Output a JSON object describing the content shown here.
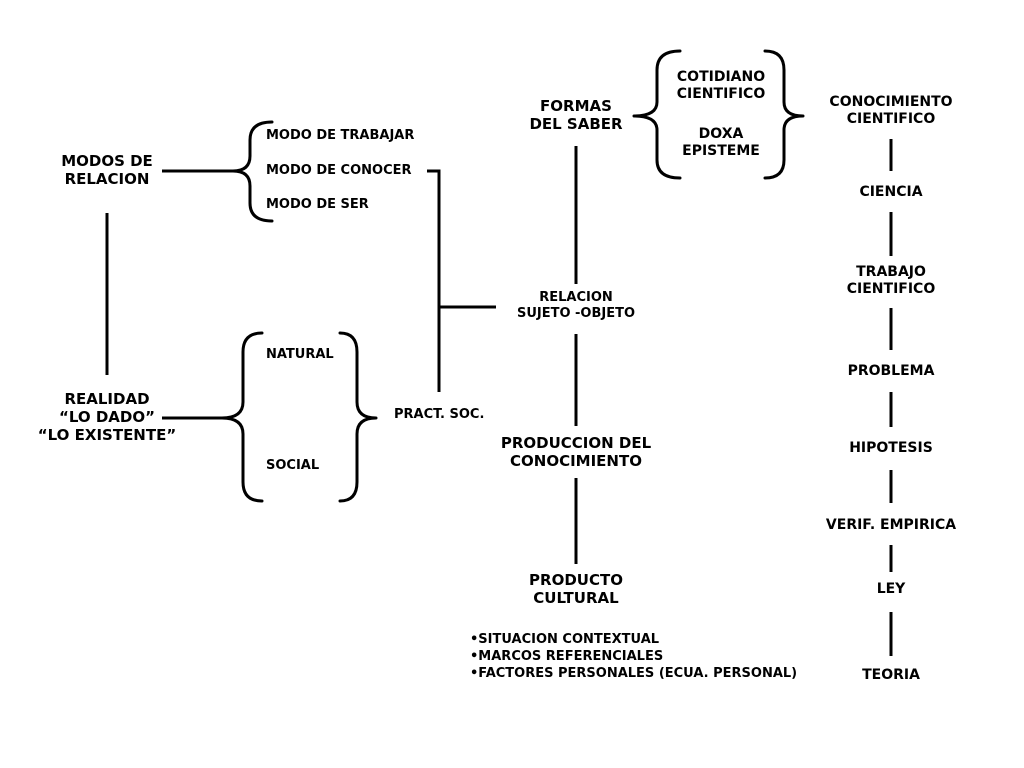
{
  "modos_relacion": {
    "title_line1": "MODOS DE",
    "title_line2": "RELACION",
    "items": [
      "MODO DE TRABAJAR",
      "MODO DE CONOCER",
      "MODO DE SER"
    ]
  },
  "realidad": {
    "line1": "REALIDAD",
    "line2": "“LO DADO”",
    "line3": "“LO EXISTENTE”",
    "items": [
      "NATURAL",
      "SOCIAL"
    ]
  },
  "pract_soc": "PRACT. SOC.",
  "formas_saber": {
    "line1": "FORMAS",
    "line2": "DEL SABER",
    "items": [
      "COTIDIANO",
      "CIENTIFICO",
      "DOXA",
      "EPISTEME"
    ]
  },
  "relacion_sujeto": {
    "line1": "RELACION",
    "line2": "SUJETO -OBJETO"
  },
  "produccion": {
    "line1": "PRODUCCION DEL",
    "line2": "CONOCIMIENTO"
  },
  "producto": {
    "line1": "PRODUCTO",
    "line2": "CULTURAL"
  },
  "factors": [
    "•SITUACION CONTEXTUAL",
    "•MARCOS REFERENCIALES",
    "•FACTORES PERSONALES (ECUA. PERSONAL)"
  ],
  "chain": {
    "conocimiento_line1": "CONOCIMIENTO",
    "conocimiento_line2": "CIENTIFICO",
    "ciencia": "CIENCIA",
    "trabajo_line1": "TRABAJO",
    "trabajo_line2": "CIENTIFICO",
    "problema": "PROBLEMA",
    "hipotesis": "HIPOTESIS",
    "verif": "VERIF. EMPIRICA",
    "ley": "LEY",
    "teoria": "TEORIA"
  }
}
